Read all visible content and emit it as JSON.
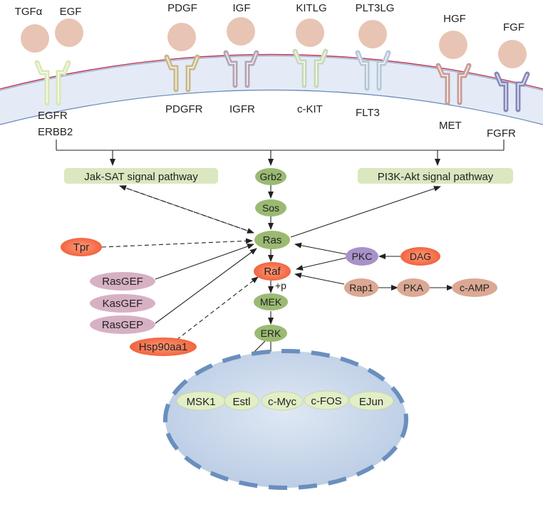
{
  "ligands": [
    "TGFα",
    "EGF",
    "PDGF",
    "IGF",
    "KITLG",
    "PLT3LG",
    "HGF",
    "FGF"
  ],
  "receptors": {
    "egfr": "EGFR",
    "erbb2": "ERBB2",
    "pdgfr": "PDGFR",
    "igfr": "IGFR",
    "ckit": "c-KIT",
    "flt3": "FLT3",
    "met": "MET",
    "fgfr": "FGFR"
  },
  "pathways": {
    "jak": "Jak-SAT signal pathway",
    "pi3k": "PI3K-Akt signal pathway"
  },
  "nodes": {
    "grb2": "Grb2",
    "sos": "Sos",
    "ras": "Ras",
    "raf": "Raf",
    "mek": "MEK",
    "erk": "ERK",
    "tpr": "Tpr",
    "pkc": "PKC",
    "dag": "DAG",
    "rap1": "Rap1",
    "pka": "PKA",
    "camp": "c-AMP",
    "rasgef": "RasGEF",
    "kasgef": "KasGEF",
    "rasgep": "RasGEP",
    "hsp90": "Hsp90aa1",
    "plus_p": "+p"
  },
  "nucleus": [
    "MSK1",
    "Estl",
    "c-Myc",
    "c-FOS",
    "EJun"
  ],
  "colors": {
    "ligand": "#e8c4b4",
    "membrane": "#e6ecf6",
    "membrane_red": "#c0334f",
    "membrane_blue": "#6d8fbb",
    "green_node": "#9aba72",
    "pathway_box": "#dbe7bf",
    "red_node": "#f06846",
    "pink_node": "#d7b0c4",
    "purple_node": "#a892c8",
    "tan_node": "#dba894",
    "nucleus": "#c6d5ea",
    "nucleus_dash": "#6a8fbd",
    "tf_node": "#e2eec6"
  }
}
